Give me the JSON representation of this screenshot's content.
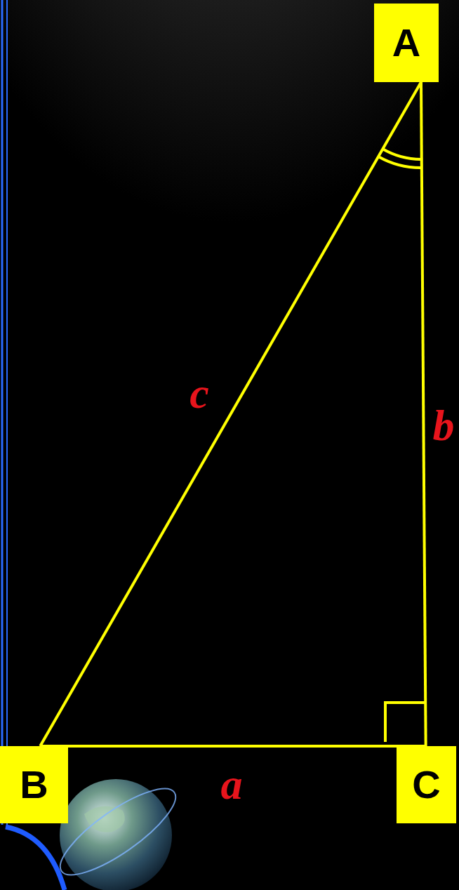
{
  "diagram": {
    "nodes": [
      {
        "text": [
          "A"
        ]
      },
      {
        "text": [
          "B"
        ]
      },
      {
        "text": [
          "C"
        ]
      }
    ],
    "edges": [
      {
        "from": 0,
        "to": 1,
        "arrow": "none",
        "label": "c"
      },
      {
        "from": 0,
        "to": 2,
        "arrow": "none",
        "label": "b"
      },
      {
        "from": 1,
        "to": 2,
        "arrow": "none",
        "label": "a"
      }
    ]
  }
}
